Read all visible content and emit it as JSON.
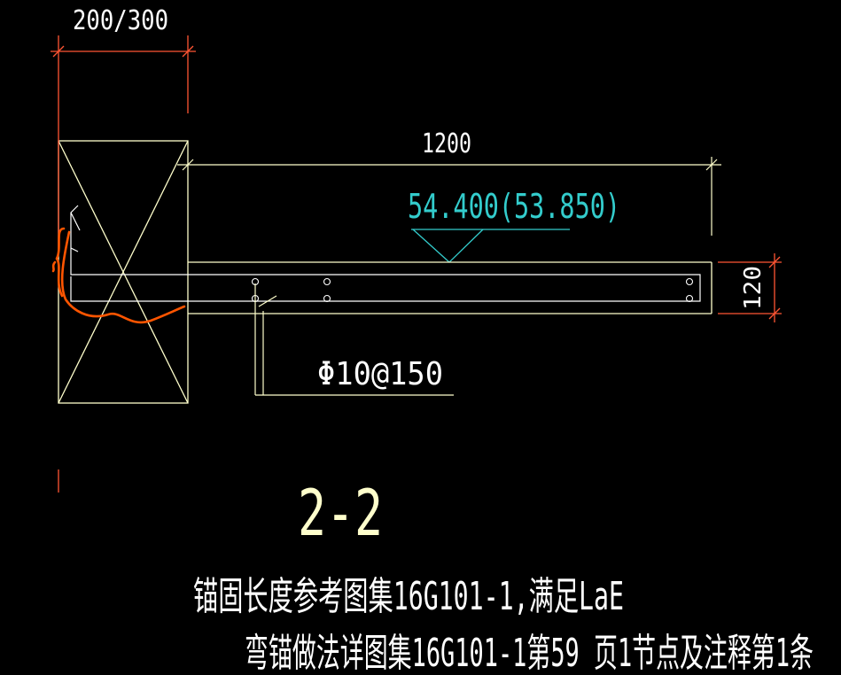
{
  "drawing": {
    "dims": {
      "column_width": "200/300",
      "cantilever_length": "1200",
      "slab_thickness": "120"
    },
    "elevation": "54.400(53.850)",
    "rebar_spec": "Φ10@150",
    "section_label": "2-2",
    "notes": [
      "锚固长度参考图集16G101-1,满足LaE",
      "弯锚做法详图集16G101-1第59 页1节点及注释第1条"
    ],
    "colors": {
      "background": "#000000",
      "outline": "#ffffcc",
      "dimension": "#ff5533",
      "elevation": "#33cccc",
      "text": "#ffffff",
      "markup": "#ff5500"
    }
  }
}
